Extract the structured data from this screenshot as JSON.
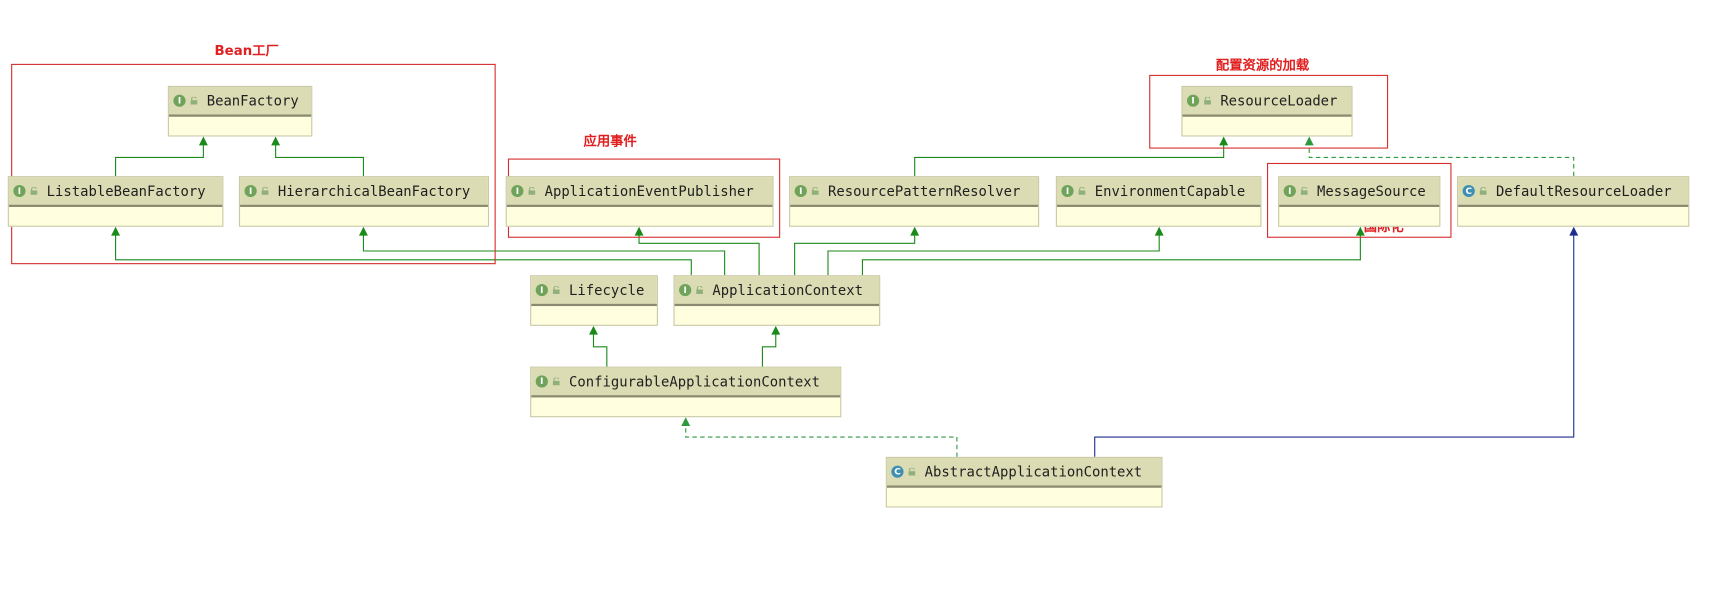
{
  "nodes": [
    {
      "id": "BeanFactory",
      "kind": "I",
      "label": "BeanFactory"
    },
    {
      "id": "ListableBeanFactory",
      "kind": "I",
      "label": "ListableBeanFactory"
    },
    {
      "id": "HierarchicalBeanFactory",
      "kind": "I",
      "label": "HierarchicalBeanFactory"
    },
    {
      "id": "ApplicationEventPublisher",
      "kind": "I",
      "label": "ApplicationEventPublisher"
    },
    {
      "id": "ResourcePatternResolver",
      "kind": "I",
      "label": "ResourcePatternResolver"
    },
    {
      "id": "EnvironmentCapable",
      "kind": "I",
      "label": "EnvironmentCapable"
    },
    {
      "id": "MessageSource",
      "kind": "I",
      "label": "MessageSource"
    },
    {
      "id": "ResourceLoader",
      "kind": "I",
      "label": "ResourceLoader"
    },
    {
      "id": "DefaultResourceLoader",
      "kind": "C",
      "label": "DefaultResourceLoader"
    },
    {
      "id": "Lifecycle",
      "kind": "I",
      "label": "Lifecycle"
    },
    {
      "id": "ApplicationContext",
      "kind": "I",
      "label": "ApplicationContext"
    },
    {
      "id": "ConfigurableApplicationContext",
      "kind": "I",
      "label": "ConfigurableApplicationContext"
    },
    {
      "id": "AbstractApplicationContext",
      "kind": "C",
      "label": "AbstractApplicationContext"
    }
  ],
  "groups": [
    {
      "id": "bean-factory",
      "label": "Bean工厂"
    },
    {
      "id": "application-event",
      "label": "应用事件"
    },
    {
      "id": "resource-loading",
      "label": "配置资源的加载"
    },
    {
      "id": "i18n",
      "label": "国际化"
    }
  ],
  "edges": [
    {
      "from": "ListableBeanFactory",
      "to": "BeanFactory",
      "type": "extends"
    },
    {
      "from": "HierarchicalBeanFactory",
      "to": "BeanFactory",
      "type": "extends"
    },
    {
      "from": "ApplicationContext",
      "to": "ListableBeanFactory",
      "type": "extends"
    },
    {
      "from": "ApplicationContext",
      "to": "HierarchicalBeanFactory",
      "type": "extends"
    },
    {
      "from": "ApplicationContext",
      "to": "ApplicationEventPublisher",
      "type": "extends"
    },
    {
      "from": "ApplicationContext",
      "to": "ResourcePatternResolver",
      "type": "extends"
    },
    {
      "from": "ApplicationContext",
      "to": "EnvironmentCapable",
      "type": "extends"
    },
    {
      "from": "ApplicationContext",
      "to": "MessageSource",
      "type": "extends"
    },
    {
      "from": "ResourcePatternResolver",
      "to": "ResourceLoader",
      "type": "extends"
    },
    {
      "from": "DefaultResourceLoader",
      "to": "ResourceLoader",
      "type": "implements"
    },
    {
      "from": "ConfigurableApplicationContext",
      "to": "Lifecycle",
      "type": "extends"
    },
    {
      "from": "ConfigurableApplicationContext",
      "to": "ApplicationContext",
      "type": "extends"
    },
    {
      "from": "AbstractApplicationContext",
      "to": "ConfigurableApplicationContext",
      "type": "implements"
    },
    {
      "from": "AbstractApplicationContext",
      "to": "DefaultResourceLoader",
      "type": "class-extends"
    }
  ],
  "colors": {
    "interface_badge": "#6fa35a",
    "class_badge": "#3f8fb3",
    "extends_edge": "#1a8a1a",
    "implements_edge": "#2e9a3e",
    "class_extends_edge": "#1d2d8f",
    "group_border": "#d62d2d",
    "group_title": "#e02020",
    "node_header": "#dcdcb4",
    "node_body": "#ffffe0"
  }
}
